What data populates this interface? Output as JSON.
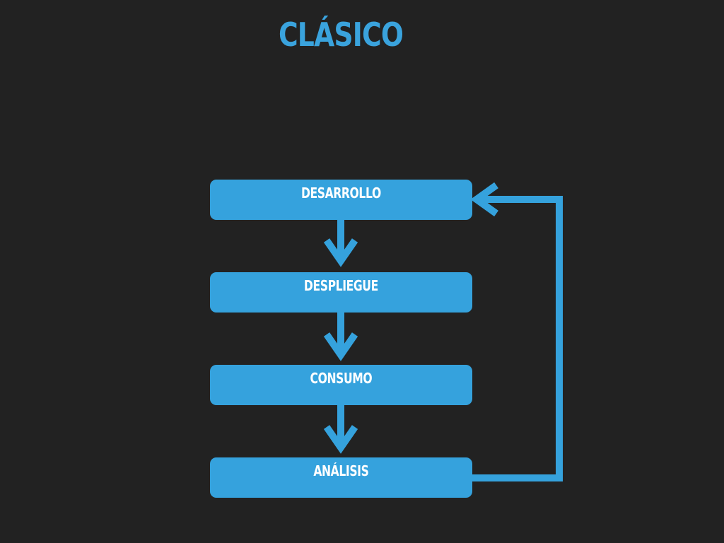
{
  "title": "CLÁSICO",
  "steps": [
    {
      "label": "DESARROLLO"
    },
    {
      "label": "DESPLIEGUE"
    },
    {
      "label": "CONSUMO"
    },
    {
      "label": "ANÁLISIS"
    }
  ],
  "colors": {
    "background": "#222222",
    "accent": "#35a2dd",
    "box_text": "#ffffff"
  }
}
